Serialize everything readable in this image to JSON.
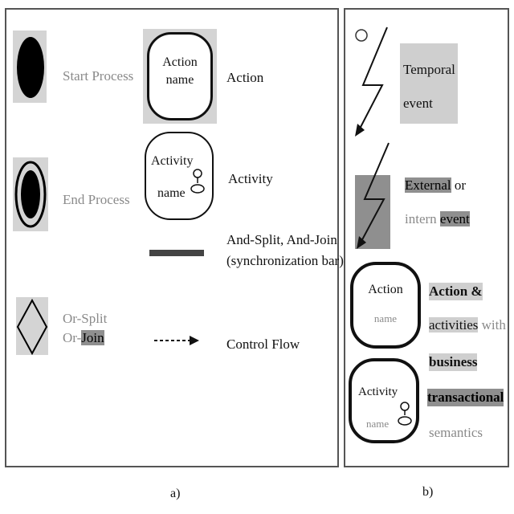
{
  "panel_a": {
    "caption": "a)",
    "start_process": "Start Process",
    "end_process": "End Process",
    "or_split_line1": "Or-Split",
    "or_split_line2_pre": "Or-",
    "or_split_line2_hl": "Join",
    "action_shape_line1": "Action",
    "action_shape_line2": "name",
    "action_label": "Action",
    "activity_shape_line1": "Activity",
    "activity_shape_line2": "name",
    "activity_label": "Activity",
    "sync_label_line1": "And-Split, And-Join",
    "sync_label_line2": "(synchronization bar)",
    "control_flow_label": "Control Flow"
  },
  "panel_b": {
    "caption": "b)",
    "temporal_line1": "Temporal",
    "temporal_line2": "event",
    "external_line1_hl": "External",
    "external_line1_rest": " or",
    "external_line2_pre": "intern ",
    "external_line2_hl": "event",
    "action_shape_line1": "Action",
    "action_shape_line2": "name",
    "activity_shape_line1": "Activity",
    "activity_shape_line2": "name",
    "bt_line1": "Action &",
    "bt_line2_hl": "activities",
    "bt_line2_rest": " with",
    "bt_line3": "business",
    "bt_line4": "transactional",
    "bt_line5": "semantics"
  },
  "colors": {
    "border": "#555555",
    "shape_fill": "#000000",
    "highlight": "#cfcfcf",
    "highlight_dark": "#8f8f8f",
    "sync_bar": "#444444"
  }
}
